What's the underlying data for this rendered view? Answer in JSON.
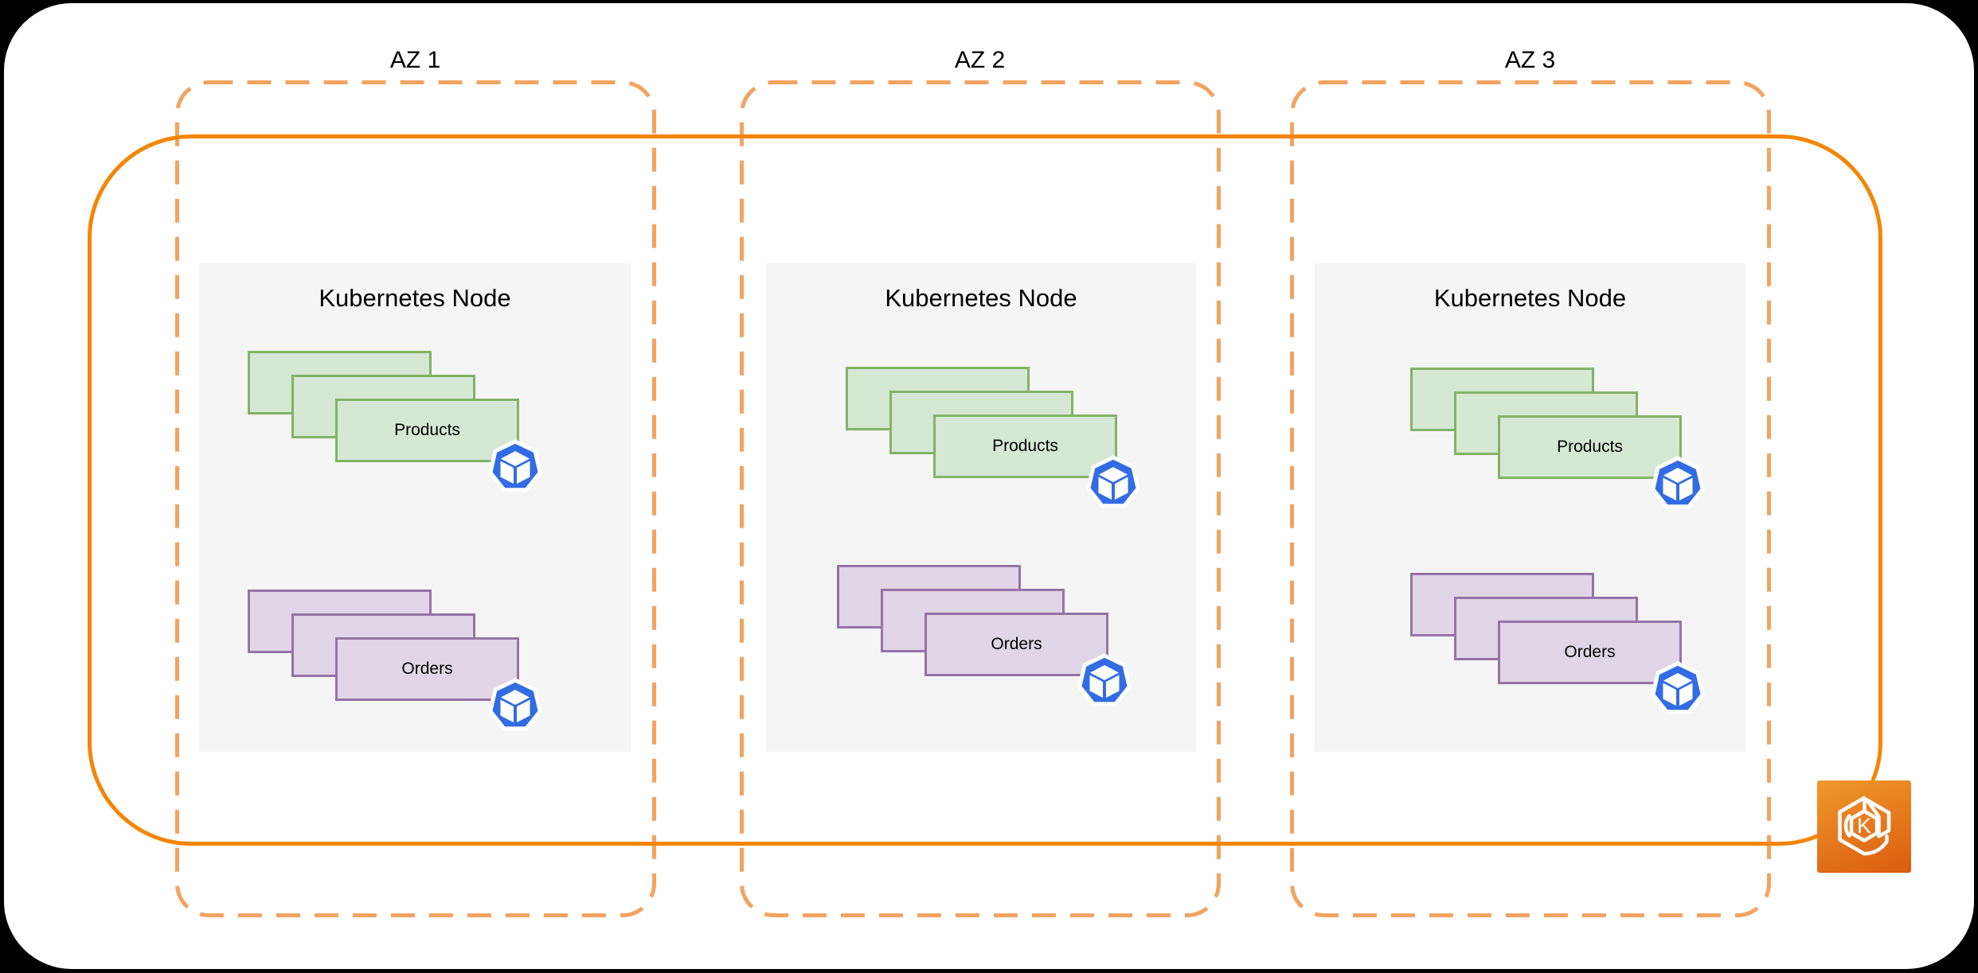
{
  "page": {
    "background": "#000000",
    "canvas_background": "#FFFFFF"
  },
  "colors": {
    "cluster-border": "#F58506",
    "az-border": "#F3A361",
    "products-fill": "#D5E8D4",
    "products-stroke": "#82B366",
    "orders-fill": "#E1D5E7",
    "orders-stroke": "#9673A6",
    "node-fill": "#F5F5F5",
    "pod-blue": "#326CE5",
    "eks-gradient-top": "#F0992B",
    "eks-gradient-bottom": "#DA5C10",
    "label-text": "#000000"
  },
  "icons": {
    "pod": "kubernetes-pod-icon (blue heptagon with white cube)",
    "cluster": "amazon-eks-icon (orange square, white hexagon with K)"
  },
  "diagram": {
    "zones": [
      {
        "label": "AZ 1",
        "node": {
          "title": "Kubernetes Node",
          "workloads": [
            {
              "label": "Products",
              "replicas": 3
            },
            {
              "label": "Orders",
              "replicas": 3
            }
          ]
        }
      },
      {
        "label": "AZ 2",
        "node": {
          "title": "Kubernetes Node",
          "workloads": [
            {
              "label": "Products",
              "replicas": 3
            },
            {
              "label": "Orders",
              "replicas": 3
            }
          ]
        }
      },
      {
        "label": "AZ 3",
        "node": {
          "title": "Kubernetes Node",
          "workloads": [
            {
              "label": "Products",
              "replicas": 3
            },
            {
              "label": "Orders",
              "replicas": 3
            }
          ]
        }
      }
    ],
    "eks": {
      "letter": "K"
    }
  }
}
